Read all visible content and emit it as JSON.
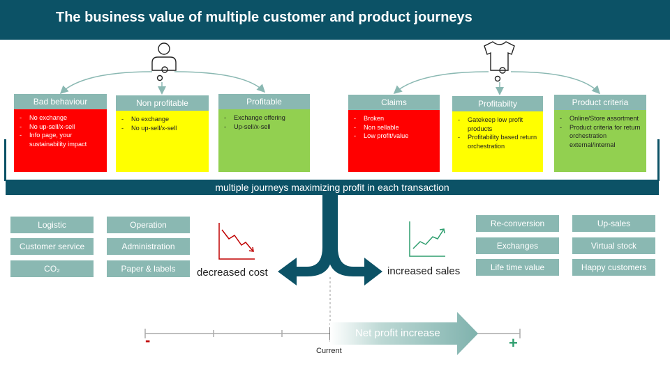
{
  "title": "The business value of multiple customer and product journeys",
  "icons": {
    "customer": "person-gear-icon",
    "product": "tshirt-gear-icon",
    "cost": "down-trend-chart-icon",
    "sales": "up-trend-chart-icon"
  },
  "colors": {
    "dark_teal": "#0c5266",
    "teal_tag": "#8ab8b2",
    "red": "#ff0000",
    "yellow": "#ffff00",
    "green": "#92d050"
  },
  "customer_cards": [
    {
      "title": "Bad behaviour",
      "color": "red",
      "items": [
        "No exchange",
        "No up-sell/x-sell",
        "Info page, your sustainability impact"
      ]
    },
    {
      "title": "Non profitable",
      "color": "yellow",
      "items": [
        "No exchange",
        "No up-sell/x-sell"
      ]
    },
    {
      "title": "Profitable",
      "color": "green",
      "items": [
        "Exchange offering",
        "Up-sell/x-sell"
      ]
    }
  ],
  "product_cards": [
    {
      "title": "Claims",
      "color": "red",
      "items": [
        "Broken",
        "Non sellable",
        "Low profit/value"
      ]
    },
    {
      "title": "Profitabilty",
      "color": "yellow",
      "items": [
        "Gatekeep low profit products",
        "Profitability based return orchestration"
      ]
    },
    {
      "title": "Product criteria",
      "color": "green",
      "items": [
        "Online/Store assortment",
        "Product criteria for return orchestration external/internal"
      ]
    }
  ],
  "banner": "multiple journeys maximizing profit in each transaction",
  "cost_tags": [
    "Logistic",
    "Operation",
    "Customer service",
    "Administration",
    "CO₂",
    "Paper & labels"
  ],
  "sales_tags": [
    "Re-conversion",
    "Up-sales",
    "Exchanges",
    "Virtual stock",
    "Life time value",
    "Happy customers"
  ],
  "decreased_cost": "decreased cost",
  "increased_sales": "increased sales",
  "scale": {
    "minus": "-",
    "plus": "+",
    "current": "Current",
    "arrow_label": "Net profit increase"
  }
}
